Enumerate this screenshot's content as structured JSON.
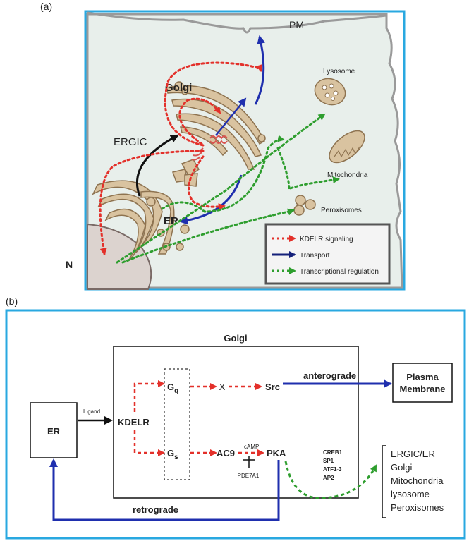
{
  "panel_a": {
    "label": "(a)",
    "pm": "PM",
    "golgi": "Golgi",
    "ergic": "ERGIC",
    "er": "ER",
    "nucleus": "N",
    "lysosome": "Lysosome",
    "mitochondria": "Mitochondria",
    "peroxisomes": "Peroxisomes",
    "legend": {
      "kdelr": "KDELR signaling",
      "transport": "Transport",
      "transcriptional": "Transcriptional regulation"
    }
  },
  "panel_b": {
    "label": "(b)",
    "golgi_title": "Golgi",
    "er": "ER",
    "ligand": "Ligand",
    "kdelr": "KDELR",
    "gq": "G",
    "gq_sub": "q",
    "gs": "G",
    "gs_sub": "s",
    "x_mark": "X",
    "src": "Src",
    "ac9": "AC9",
    "camp": "cAMP",
    "pde": "PDE7A1",
    "pka": "PKA",
    "anterograde": "anterograde",
    "pm_line1": "Plasma",
    "pm_line2": "Membrane",
    "retrograde": "retrograde",
    "tfs": [
      "CREB1",
      "SP1",
      "ATF1-3",
      "AP2"
    ],
    "targets": [
      "ERGIC/ER",
      "Golgi",
      "Mitochondria",
      "lysosome",
      "Peroxisomes"
    ]
  },
  "colors": {
    "frame": "#29a8e0",
    "signal": "#e3302a",
    "transport": "#1f2fae",
    "transcription": "#2e9e2e",
    "organelle": "#d9c3a0",
    "cytoplasm": "#e8efeb"
  }
}
